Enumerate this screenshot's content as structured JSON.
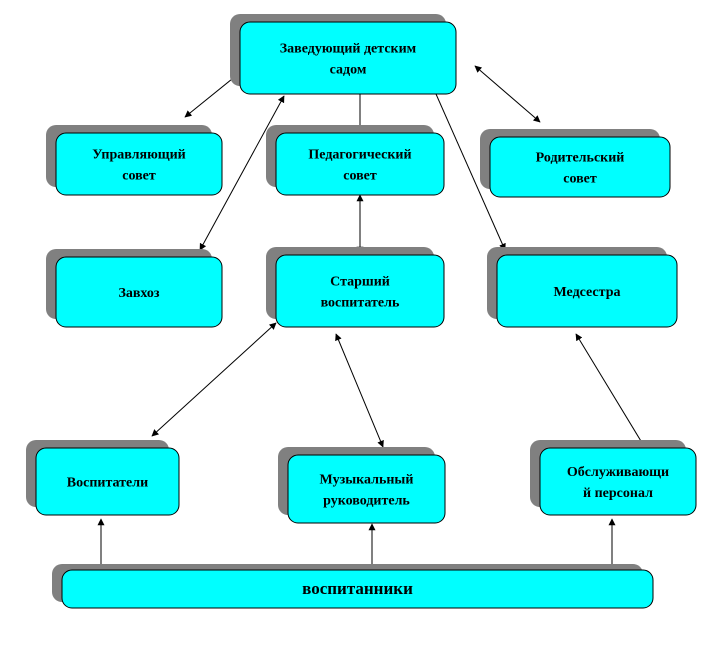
{
  "colors": {
    "box_fill": "#00ffff",
    "box_stroke": "#000000",
    "shadow": "#808080",
    "line": "#000000"
  },
  "nodes": {
    "head": {
      "lines": [
        "Заведующий детским",
        "садом"
      ]
    },
    "council": {
      "lines": [
        "Управляющий",
        "совет"
      ]
    },
    "pedagogical": {
      "lines": [
        "Педагогический",
        "совет"
      ]
    },
    "parents": {
      "lines": [
        "Родительский",
        "совет"
      ]
    },
    "supply": {
      "lines": [
        "Завхоз"
      ]
    },
    "senior": {
      "lines": [
        "Старший",
        "воспитатель"
      ]
    },
    "nurse": {
      "lines": [
        "Медсестра"
      ]
    },
    "teachers": {
      "lines": [
        "Воспитатели"
      ]
    },
    "music": {
      "lines": [
        "Музыкальный",
        "руководитель"
      ]
    },
    "service": {
      "lines": [
        "Обслуживающи",
        "й персонал"
      ]
    },
    "pupils": {
      "lines": [
        "воспитанники"
      ]
    }
  },
  "connections": [
    {
      "from": "head",
      "to": "council"
    },
    {
      "from": "head",
      "to": "pedagogical"
    },
    {
      "from": "head",
      "to": "supply"
    },
    {
      "from": "head",
      "to": "nurse"
    },
    {
      "from": "head",
      "to": "parents"
    },
    {
      "from": "pedagogical",
      "to": "senior"
    },
    {
      "from": "senior",
      "to": "teachers"
    },
    {
      "from": "senior",
      "to": "music"
    },
    {
      "from": "nurse",
      "to": "service"
    },
    {
      "from": "teachers",
      "to": "pupils"
    },
    {
      "from": "music",
      "to": "pupils"
    },
    {
      "from": "service",
      "to": "pupils"
    }
  ]
}
